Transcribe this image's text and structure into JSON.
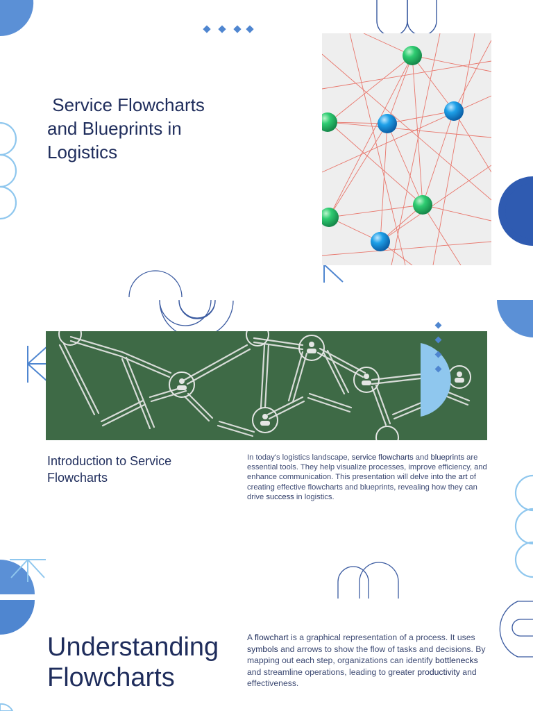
{
  "page": {
    "title": " Service Flowcharts\nand Blueprints in\nLogistics",
    "section_intro": {
      "heading": "Introduction to Service Flowcharts",
      "paragraph": [
        {
          "t": "In today's logistics landscape, "
        },
        {
          "t": "service flowcharts",
          "kw": true
        },
        {
          "t": " and "
        },
        {
          "t": "blueprints",
          "kw": true
        },
        {
          "t": " are essential tools. They help visualize processes, improve efficiency, and enhance communication. This presentation will delve into the "
        },
        {
          "t": "art",
          "kw": true
        },
        {
          "t": " of creating effective flowcharts and blueprints, revealing how they can drive "
        },
        {
          "t": "success",
          "kw": true
        },
        {
          "t": " in logistics."
        }
      ]
    },
    "section_flowcharts": {
      "heading": "Understanding Flowcharts",
      "paragraph": [
        {
          "t": "A "
        },
        {
          "t": "flowchart",
          "kw": true
        },
        {
          "t": " is a graphical representation of a process. It uses "
        },
        {
          "t": "symbols",
          "kw": true
        },
        {
          "t": " and arrows to show the flow of tasks and decisions. By mapping out each step, organizations can identify "
        },
        {
          "t": "bottlenecks",
          "kw": true
        },
        {
          "t": " and streamline operations, leading to greater "
        },
        {
          "t": "productivity",
          "kw": true
        },
        {
          "t": " and effectiveness."
        }
      ]
    }
  },
  "colors": {
    "navy": "#1f2d5c",
    "blue_dark": "#2f5bb1",
    "blue_mid": "#5b90d6",
    "blue_light": "#8fc7ee",
    "pin_green": "#2ecc71",
    "pin_blue": "#1ea0e8",
    "string_red": "#e86a5e",
    "board_green": "#3e6a46"
  },
  "icons": [
    "diamond-icon",
    "arrow-fan-icon",
    "arc-icon",
    "circle-icon"
  ]
}
